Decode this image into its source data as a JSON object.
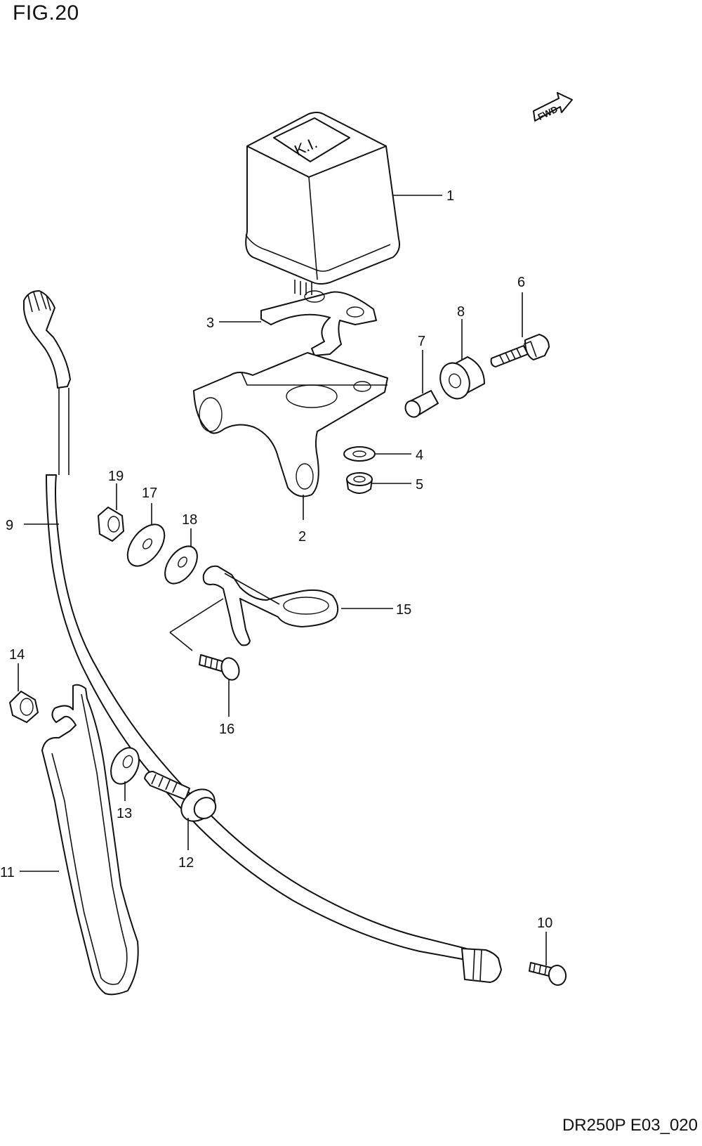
{
  "figure": {
    "title": "FIG.20",
    "drawing_code": "DR250P E03_020",
    "fwd_label": "FWD",
    "horn_marking": "K.I.",
    "callouts": {
      "c1": "1",
      "c2": "2",
      "c3": "3",
      "c4": "4",
      "c5": "5",
      "c6": "6",
      "c7": "7",
      "c8": "8",
      "c9": "9",
      "c10": "10",
      "c11": "11",
      "c12": "12",
      "c13": "13",
      "c14": "14",
      "c15": "15",
      "c16": "16",
      "c17": "17",
      "c18": "18",
      "c19": "19"
    }
  }
}
